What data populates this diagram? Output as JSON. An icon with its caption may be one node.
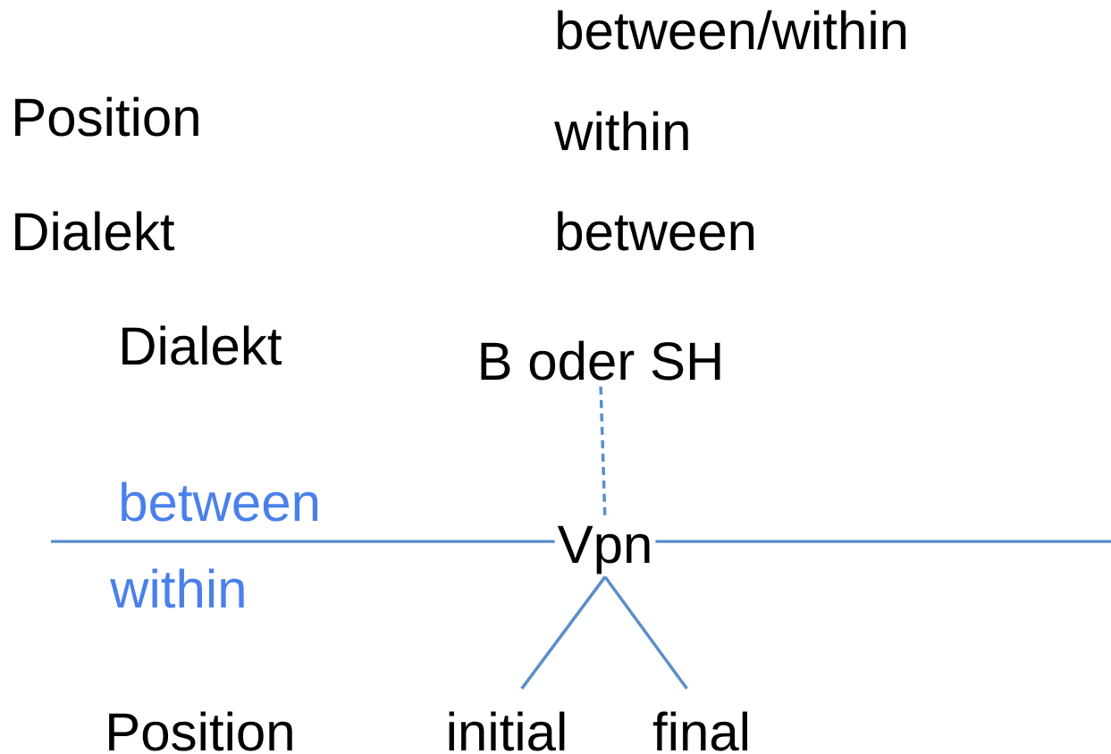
{
  "diagram": {
    "nodes": [
      {
        "text": [
          "B oder SH"
        ]
      },
      {
        "text": [
          "Vpn"
        ]
      },
      {
        "text": [
          "initial"
        ]
      },
      {
        "text": [
          "final"
        ]
      }
    ],
    "edges": [
      {
        "from": 0,
        "to": 1,
        "arrow": "none",
        "style": "dashed"
      },
      {
        "from": 1,
        "to": 2,
        "arrow": "none"
      },
      {
        "from": 1,
        "to": 3,
        "arrow": "none"
      }
    ],
    "labels": [
      "between/within",
      "Position",
      "within",
      "Dialekt",
      "between",
      "Dialekt",
      "between",
      "within",
      "Position"
    ]
  }
}
